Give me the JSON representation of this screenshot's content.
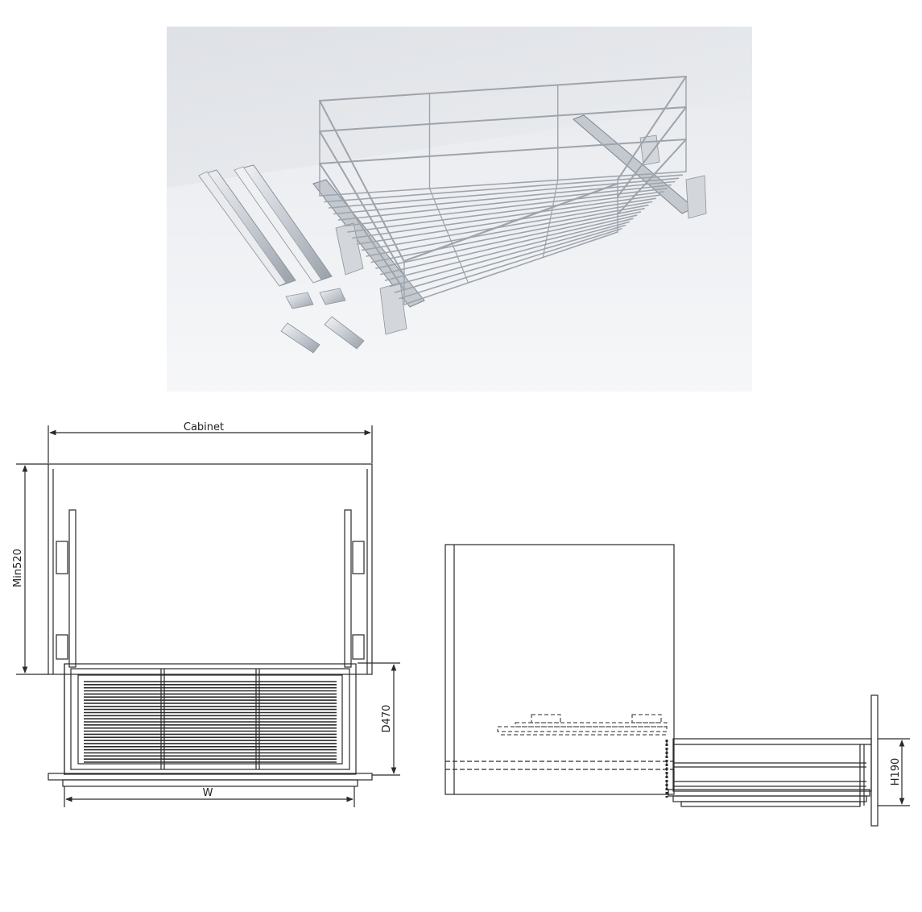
{
  "photo": {
    "subject": "chrome wire pull-out basket with slides and front-panel brackets"
  },
  "plan_view": {
    "cabinet_label": "Cabinet",
    "depth_min_label": "Min520",
    "basket_depth_label": "D470",
    "width_label": "W",
    "basket_rail_count": 27
  },
  "side_view": {
    "height_label": "H190"
  },
  "colors": {
    "line": "#2a2a2a",
    "photo_bg_top": "#e9ebef",
    "photo_bg_bottom": "#f7f8fa",
    "chrome": "#b9bec6",
    "chrome_dark": "#7c828c"
  }
}
